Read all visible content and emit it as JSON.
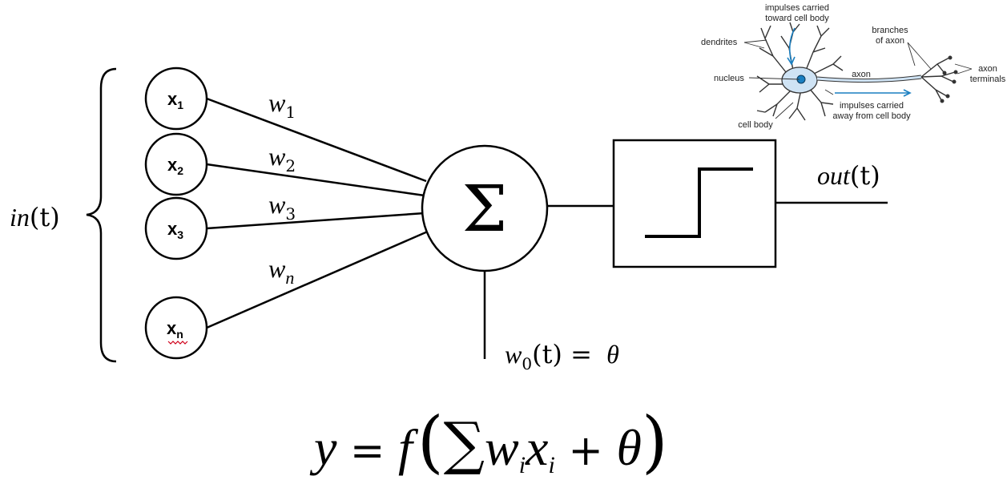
{
  "input_label": {
    "main": "in",
    "paren": "(t)"
  },
  "inputs": [
    {
      "sym": "x",
      "sub": "1"
    },
    {
      "sym": "x",
      "sub": "2"
    },
    {
      "sym": "x",
      "sub": "3"
    },
    {
      "sym": "x",
      "sub": "n"
    }
  ],
  "weights": [
    {
      "sym": "w",
      "sub": "1"
    },
    {
      "sym": "w",
      "sub": "2"
    },
    {
      "sym": "w",
      "sub": "3"
    },
    {
      "sym": "w",
      "sub": "n"
    }
  ],
  "sum_symbol": "Σ",
  "bias_label": {
    "w": "w",
    "sub": "0",
    "rest": "(t) = ",
    "theta": "θ"
  },
  "output_label": {
    "main": "out",
    "paren": "(t)"
  },
  "formula": {
    "y": "y",
    "eq": " = ",
    "f": "f",
    "lp": "(",
    "sum": "∑",
    "w": "w",
    "i1": "i",
    "x": "x",
    "i2": "i",
    "plus": " + ",
    "theta": "θ",
    "rp": ")"
  },
  "neuron_inset": {
    "impulses_in": [
      "impulses carried",
      "toward cell body"
    ],
    "dendrites": "dendrites",
    "branches": [
      "branches",
      "of axon"
    ],
    "axon_terminals": [
      "axon",
      "terminals"
    ],
    "nucleus": "nucleus",
    "axon": "axon",
    "impulses_out": [
      "impulses carried",
      "away from cell body"
    ],
    "cell_body": "cell body",
    "accent_color": "#1a7fc1",
    "cell_color": "#cfe3f4"
  }
}
